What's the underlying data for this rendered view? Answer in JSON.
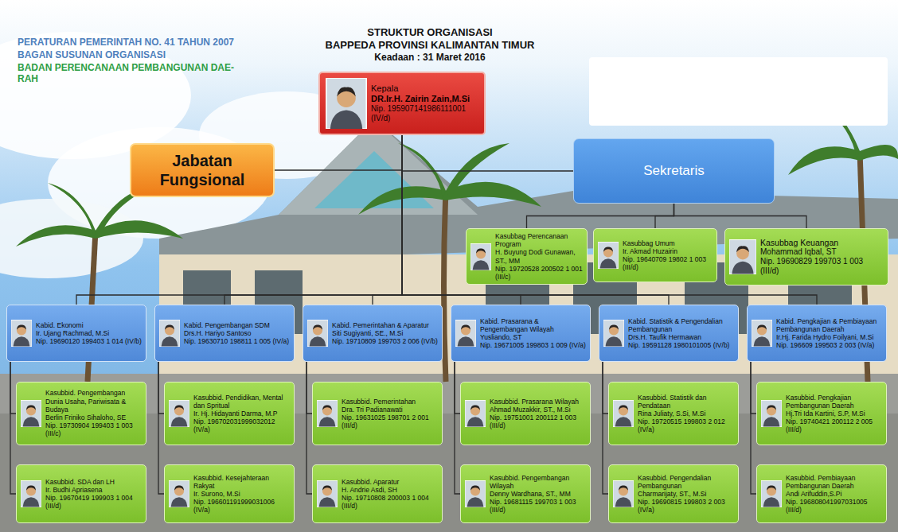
{
  "diagram": {
    "title": "STRUKTUR ORGANISASI",
    "nodes": [
      {
        "text": [
          "Kepala",
          "DR.Ir.H. Zairin Zain,M.Si",
          "Nip. 195907141986111001 (IV/d)"
        ]
      },
      {
        "text": [
          "Jabatan Fungsional"
        ]
      },
      {
        "text": [
          "Sekretaris"
        ]
      },
      {
        "text": [
          "Kasubbag Perencanaan Program",
          "H. Buyung Dodi Gunawan, ST., MM",
          "Nip. 19720528 200502 1 001 (III/c)"
        ]
      },
      {
        "text": [
          "Kasubbag Umum",
          "Ir. Akmad Huzairin",
          "Nip. 19640709 19802 1 003 (III/d)"
        ]
      },
      {
        "text": [
          "Kasubbag Keuangan",
          "Mohammad Iqbal, ST",
          "Nip. 19690829 199703 1 003 (III/d)"
        ]
      },
      {
        "text": [
          "Kabid. Ekonomi",
          "Ir. Ujang Rachmad, M.Si",
          "Nip. 19690120 199403 1 014 (IV/b)"
        ]
      },
      {
        "text": [
          "Kabid. Pengembangan SDM",
          "Drs.H. Hariyo Santoso",
          "Nip. 19630710 198811 1 005 (IV/a)"
        ]
      },
      {
        "text": [
          "Kabid. Pemerintahan & Aparatur",
          "Siti Sugiyanti, SE., M.Si",
          "Nip. 19710809 199703 2 006 (IV/b)"
        ]
      },
      {
        "text": [
          "Kabid. Prasarana & Pengembangan Wilayah",
          "Yusliando, ST",
          "Nip. 19671005 199803 1 009 (IV/a)"
        ]
      },
      {
        "text": [
          "Kabid. Statistik & Pengendalian Pembangunan",
          "Drs.H. Taufik Hermawan",
          "Nip. 19591128 1980101005 (IV/b)"
        ]
      },
      {
        "text": [
          "Kabid. Pengkajian & Pembiayaan Pembangunan Daerah",
          "Ir.Hj. Farida Hydro Foilyani, M.Si",
          "Nip. 196609 199503 2 003 (IV/a)"
        ]
      },
      {
        "text": [
          "Kasubbid. Pengembangan Dunia Usaha, Pariwisata & Budaya",
          "Berlin Friniko Sihaloho, SE",
          "Nip. 19730904 199403 1 003 (III/c)"
        ]
      },
      {
        "text": [
          "Kasubbid. Pendidikan, Mental dan Spritual",
          "Ir. Hj. Hidayanti Darma, M.P",
          "Nip. 196702031999032012 (IV/a)"
        ]
      },
      {
        "text": [
          "Kasubbid. Pemerintahan",
          "Dra. Tri Padianawati",
          "Nip. 19631025 198701 2 001 (III/d)"
        ]
      },
      {
        "text": [
          "Kasubbid. Prasarana Wilayah",
          "Ahmad Muzakkir, ST., M.Si",
          "Nip. 19751001 200112 1 003 (III/d)"
        ]
      },
      {
        "text": [
          "Kasubbid. Statistik dan Pendataan",
          "Rina Juliaty, S.Si, M.Si",
          "Nip. 19720515 199803 2 012 (IV/a)"
        ]
      },
      {
        "text": [
          "Kasubbid. Pengkajian Pembangunan Daerah",
          "Hj.Tri Ida Kartini, S.P, M.Si",
          "Nip. 19740421 200112 2 005 (III/d)"
        ]
      },
      {
        "text": [
          "Kasubbid. SDA dan LH",
          "Ir. Budhi Apriasena",
          "Nip. 19670419 199903 1 004 (III/d)"
        ]
      },
      {
        "text": [
          "Kasubbid. Kesejahteraan Rakyat",
          "Ir. Surono, M.Si",
          "Nip. 196601191999031006 (IV/a)"
        ]
      },
      {
        "text": [
          "Kasubbid. Aparatur",
          "H. Andrie Asdi, SH",
          "Nip. 19710808 200003 1 004 (III/d)"
        ]
      },
      {
        "text": [
          "Kasubbid. Pengembangan Wilayah",
          "Denny Wardhana, ST., MM",
          "Nip. 19681115 199703 1 003 (III/d)"
        ]
      },
      {
        "text": [
          "Kasubbid. Pengendalian Pembangunan",
          "Charmarijaty, ST., M.Si",
          "Nip. 19690815 199803 2 003 (IV/a)"
        ]
      },
      {
        "text": [
          "Kasubbid. Pembiayaan Pembangunan Daerah",
          "Andi Arifuddin,S.Pi",
          "Nip. 196808041997031005 (III/d)"
        ]
      }
    ],
    "edges": [
      {
        "from": 0,
        "to": 1,
        "arrow": "none"
      },
      {
        "from": 0,
        "to": 2,
        "arrow": "none"
      },
      {
        "from": 2,
        "to": 3,
        "arrow": "none"
      },
      {
        "from": 2,
        "to": 4,
        "arrow": "none"
      },
      {
        "from": 2,
        "to": 5,
        "arrow": "none"
      },
      {
        "from": 0,
        "to": 6,
        "arrow": "none"
      },
      {
        "from": 0,
        "to": 7,
        "arrow": "none"
      },
      {
        "from": 0,
        "to": 8,
        "arrow": "none"
      },
      {
        "from": 0,
        "to": 9,
        "arrow": "none"
      },
      {
        "from": 0,
        "to": 10,
        "arrow": "none"
      },
      {
        "from": 0,
        "to": 11,
        "arrow": "none"
      },
      {
        "from": 6,
        "to": 12,
        "arrow": "none"
      },
      {
        "from": 6,
        "to": 18,
        "arrow": "none"
      },
      {
        "from": 7,
        "to": 13,
        "arrow": "none"
      },
      {
        "from": 7,
        "to": 19,
        "arrow": "none"
      },
      {
        "from": 8,
        "to": 14,
        "arrow": "none"
      },
      {
        "from": 8,
        "to": 20,
        "arrow": "none"
      },
      {
        "from": 9,
        "to": 15,
        "arrow": "none"
      },
      {
        "from": 9,
        "to": 21,
        "arrow": "none"
      },
      {
        "from": 10,
        "to": 16,
        "arrow": "none"
      },
      {
        "from": 10,
        "to": 22,
        "arrow": "none"
      },
      {
        "from": 11,
        "to": 17,
        "arrow": "none"
      },
      {
        "from": 11,
        "to": 23,
        "arrow": "none"
      }
    ],
    "labels": [
      "PERATURAN PEMERINTAH NO. 41 TAHUN 2007",
      "BAGAN SUSUNAN ORGANISASI",
      "BADAN PERENCANAAN PEMBANGUNAN DAE- RAH",
      "BAPPEDA PROVINSI KALIMANTAN TIMUR",
      "Keadaan : 31 Maret 2016"
    ]
  }
}
